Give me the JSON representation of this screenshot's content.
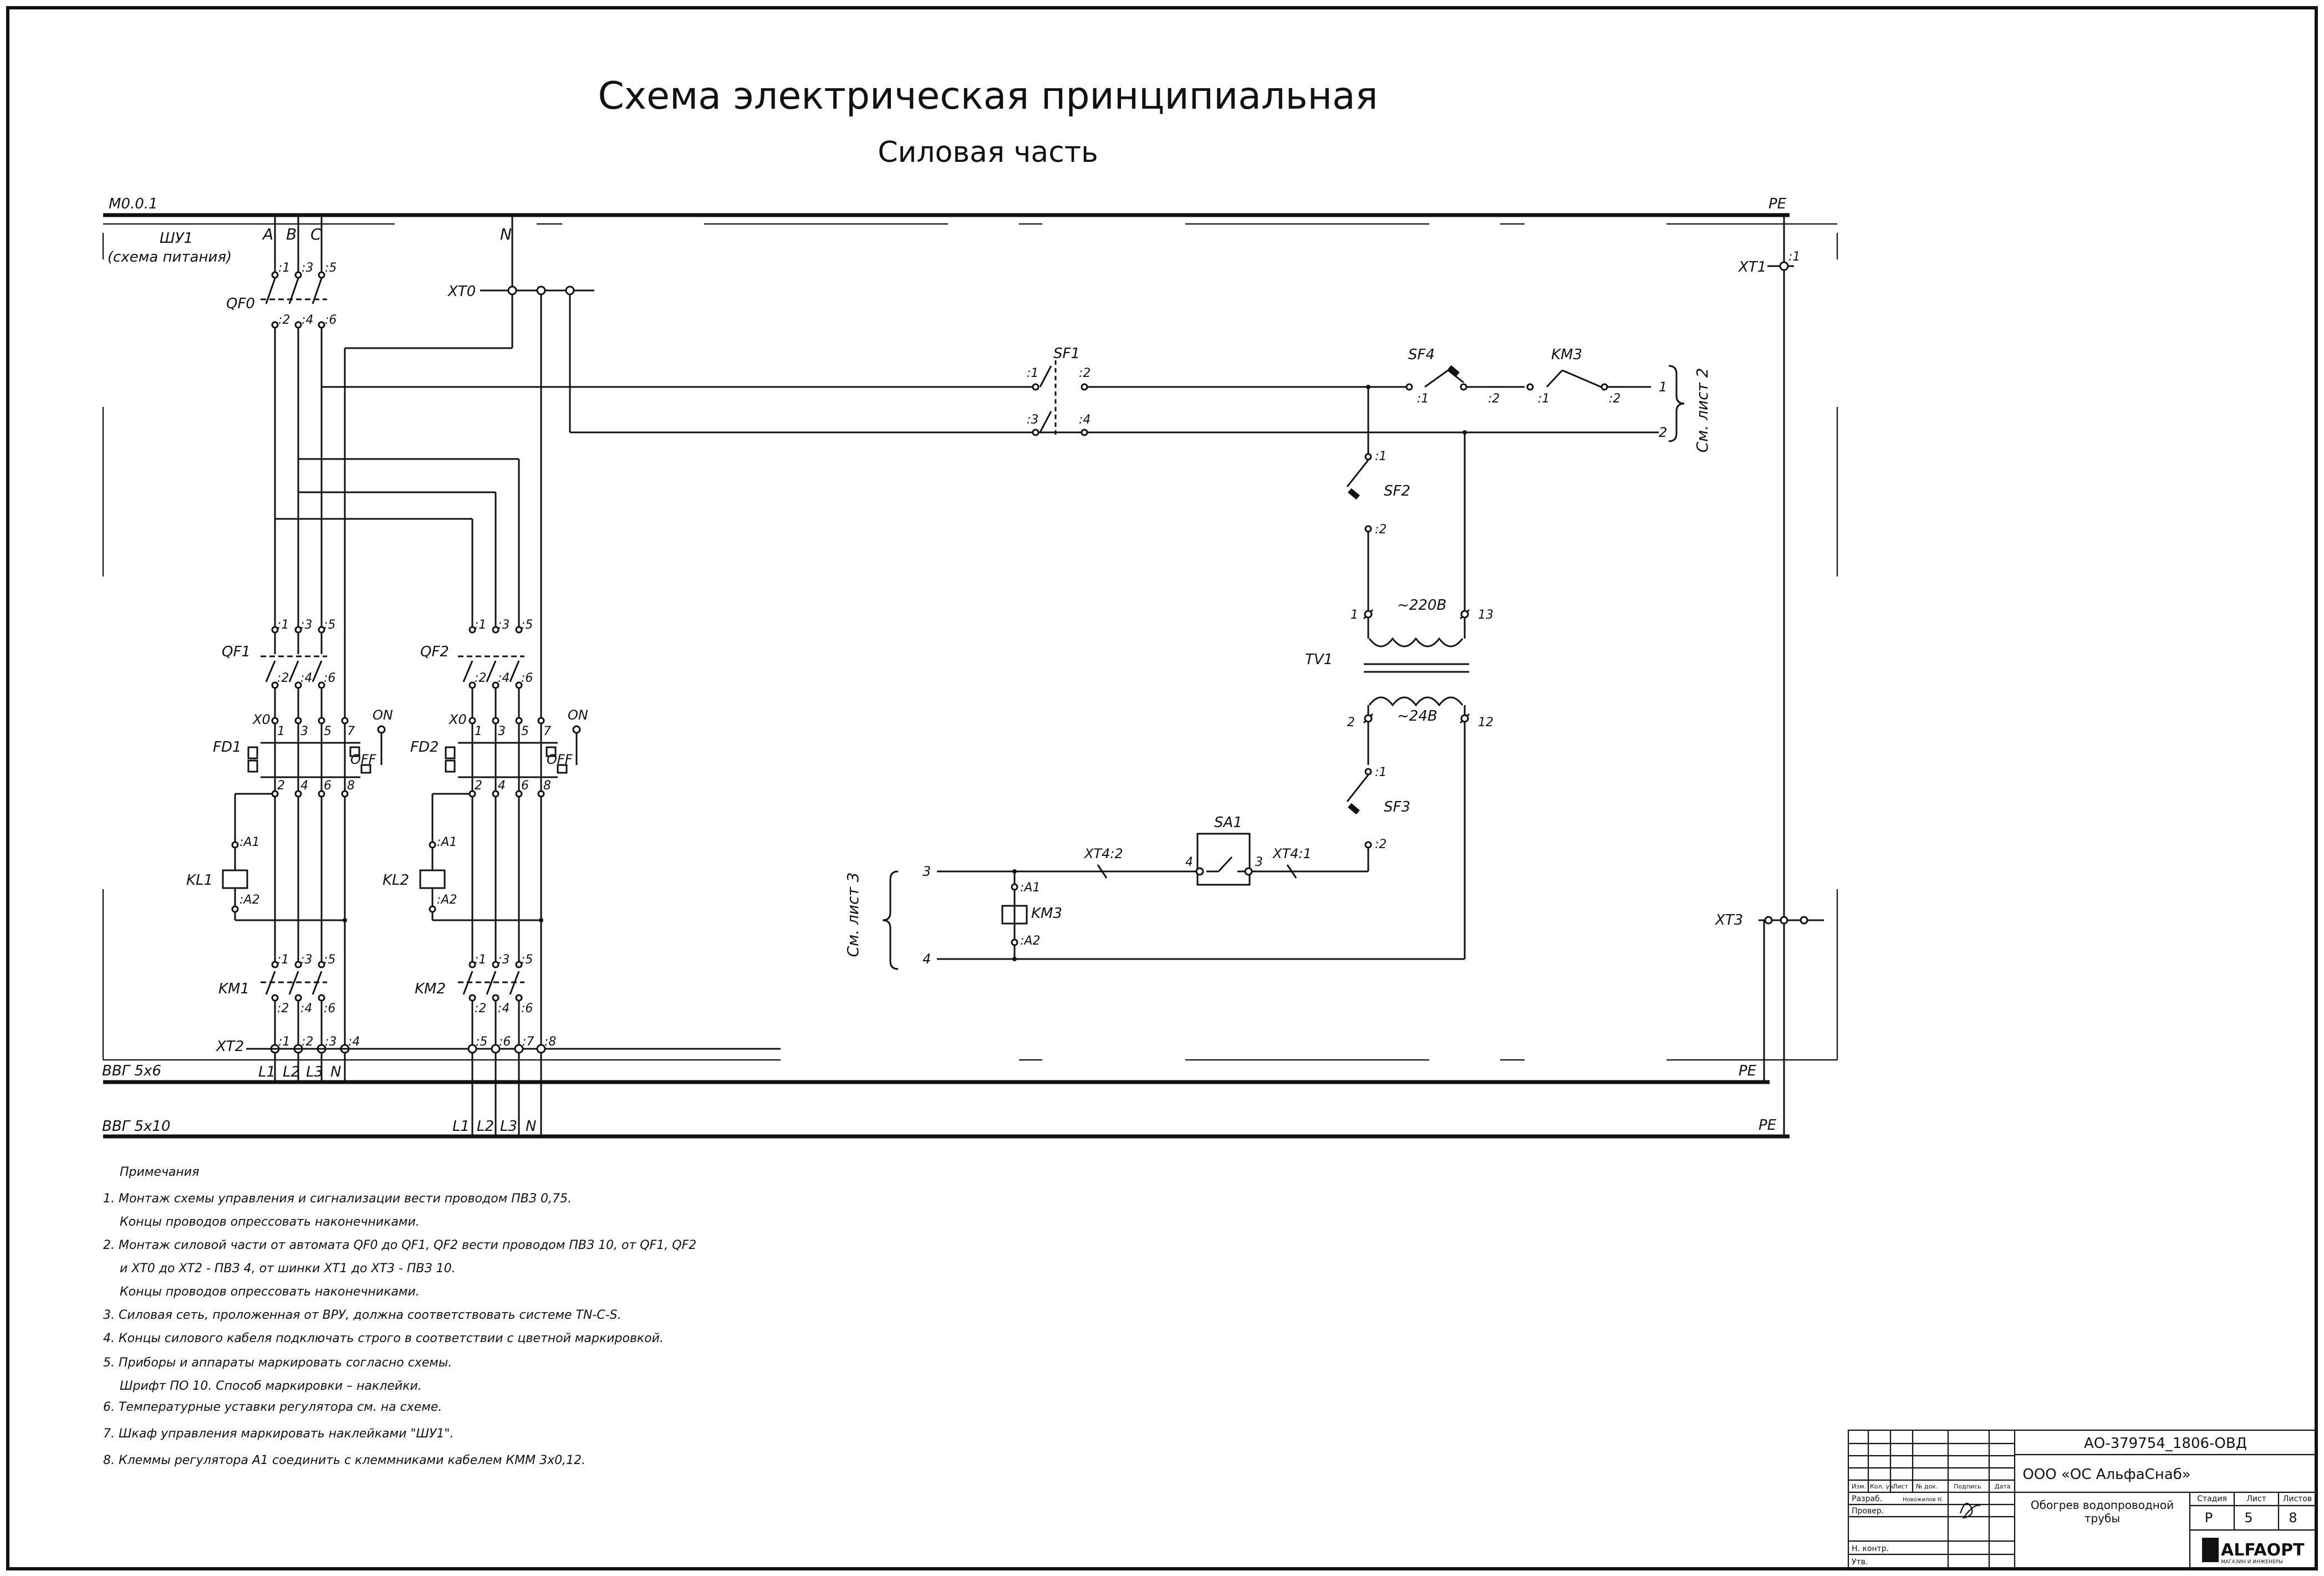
{
  "title": "Схема электрическая принципиальная",
  "subtitle": "Силовая часть",
  "buses": {
    "top": "M0.0.1",
    "pe": "PE",
    "cable1": "ВВГ 5х6",
    "cable2": "ВВГ 5х10"
  },
  "phases": [
    "A",
    "B",
    "C",
    "N"
  ],
  "shu": {
    "name": "ШУ1",
    "sub": "(схема питания)"
  },
  "components": {
    "qf0": "QF0",
    "qf1": "QF1",
    "qf2": "QF2",
    "xt0": "XT0",
    "x0": "X0",
    "fd1": "FD1",
    "fd2": "FD2",
    "kl1": "KL1",
    "kl2": "KL2",
    "km1": "KM1",
    "km2": "KM2",
    "km3": "KM3",
    "xt1": "XT1",
    "xt2": "XT2",
    "xt3": "XT3",
    "sf1": "SF1",
    "sf2": "SF2",
    "sf3": "SF3",
    "sf4": "SF4",
    "tv1": "TV1",
    "sa1": "SA1",
    "xt41": "XT4:1",
    "xt42": "XT4:2",
    "on": "ON",
    "off": "OFF",
    "v220": "~220В",
    "v24": "~24В"
  },
  "terminals": {
    "p1": ":1",
    "p2": ":2",
    "p3": ":3",
    "p4": ":4",
    "p5": ":5",
    "p6": ":6",
    "p7": ":7",
    "p8": ":8",
    "a1": ":A1",
    "a2": ":A2",
    "n1": "1",
    "n2": "2",
    "n3": "3",
    "n4": "4",
    "n5": "5",
    "n6": "6",
    "n7": "7",
    "n8": "8",
    "n12": "12",
    "n13": "13"
  },
  "outputs": {
    "l1": "L1",
    "l2": "L2",
    "l3": "L3",
    "n": "N"
  },
  "refs": {
    "sheet2": "См. лист 2",
    "sheet3": "См. лист 3"
  },
  "notes": {
    "title": "Примечания",
    "items": [
      "1. Монтаж схемы управления и сигнализации вести проводом ПВЗ 0,75.",
      "Концы проводов опрессовать наконечниками.",
      "2. Монтаж силовой части от автомата QF0 до QF1, QF2 вести проводом ПВЗ 10, от QF1, QF2",
      "и XT0 до XT2 - ПВЗ 4, от шинки XT1 до XT3 - ПВЗ 10.",
      "Концы проводов опрессовать наконечниками.",
      "3. Силовая сеть, проложенная от ВРУ, должна соответствовать системе TN-C-S.",
      "4. Концы силового кабеля подключать строго в соответствии с цветной маркировкой.",
      "5. Приборы и аппараты маркировать согласно схемы.",
      "Шрифт ПО 10. Способ маркировки – наклейки.",
      "6. Температурные уставки регулятора см. на схеме.",
      "7. Шкаф управления маркировать наклейками \"ШУ1\".",
      "8. Клеммы регулятора А1 соединить с клеммниками кабелем КММ 3х0,12."
    ]
  },
  "stamp": {
    "doc_code": "АО-379754_1806-ОВД",
    "company": "ООО «ОС АльфаСнаб»",
    "project_line1": "Обогрев водопроводной",
    "project_line2": "трубы",
    "col_headers": [
      "Изм.",
      "Кол. уч.",
      "Лист",
      "№ док.",
      "Подпись",
      "Дата"
    ],
    "rows": [
      "Разраб.",
      "Провер.",
      "Н. контр.",
      "Утв."
    ],
    "developer": "Новожилов Н.",
    "stage_header": "Стадия",
    "sheet_header": "Лист",
    "sheets_header": "Листов",
    "stage": "Р",
    "sheet": "5",
    "sheets": "8",
    "logo": "ALFAOPT",
    "logo_sub": "МАГАЗИН И ИНЖЕНЕРЫ"
  }
}
